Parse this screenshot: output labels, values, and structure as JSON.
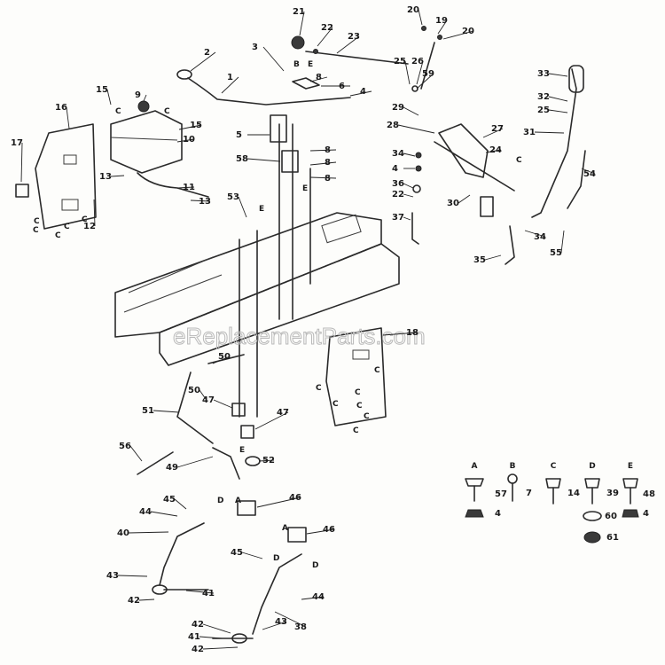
{
  "watermark": "eReplacementParts.com",
  "callouts": {
    "c1": "1",
    "c2a": "2",
    "c2b": "2",
    "c3": "3",
    "c4a": "4",
    "c4b": "4",
    "c4c": "4",
    "c4d": "4",
    "c4e": "4",
    "c5": "5",
    "c6": "6",
    "c7": "7",
    "c8a": "8",
    "c8b": "8",
    "c8c": "8",
    "c8d": "8",
    "c9": "9",
    "c10": "10",
    "c11": "11",
    "c12": "12",
    "c13a": "13",
    "c13b": "13",
    "c14": "14",
    "c15a": "15",
    "c15b": "15",
    "c16": "16",
    "c17": "17",
    "c18": "18",
    "c19": "19",
    "c20a": "20",
    "c20b": "20",
    "c21": "21",
    "c22a": "22",
    "c22b": "22",
    "c23": "23",
    "c24": "24",
    "c25a": "25",
    "c25b": "25",
    "c25c": "25",
    "c26": "26",
    "c27": "27",
    "c28": "28",
    "c29": "29",
    "c30": "30",
    "c31": "31",
    "c32": "32",
    "c33": "33",
    "c34a": "34",
    "c34b": "34",
    "c35": "35",
    "c36": "36",
    "c37": "37",
    "c38": "38",
    "c39": "39",
    "c40": "40",
    "c41a": "41",
    "c41b": "41",
    "c42a": "42",
    "c42b": "42",
    "c42c": "42",
    "c42d": "42",
    "c43a": "43",
    "c43b": "43",
    "c44a": "44",
    "c44b": "44",
    "c45a": "45",
    "c45b": "45",
    "c46a": "46",
    "c46b": "46",
    "c47a": "47",
    "c47b": "47",
    "c48": "48",
    "c49": "49",
    "c50a": "50",
    "c50b": "50",
    "c51": "51",
    "c52": "52",
    "c53": "53",
    "c54": "54",
    "c55": "55",
    "c56": "56",
    "c57": "57",
    "c58": "58",
    "c59": "59",
    "c60": "60",
    "c61": "61"
  },
  "hardware_legend": {
    "A": "A",
    "B": "B",
    "C": "C",
    "D": "D",
    "E": "E",
    "a_bolt": "57",
    "a_nut": "4",
    "b_bolt": "7",
    "c_bolt": "14",
    "d_bolt": "39",
    "d_washer": "60",
    "d_nut": "61",
    "e_bolt": "48",
    "e_nut": "4"
  },
  "letters": {
    "l1": "E",
    "l2": "B",
    "l3": "C",
    "l4": "C",
    "l5": "E",
    "l6": "E",
    "l7": "E",
    "l8": "C",
    "l9": "C",
    "l10": "C",
    "l11": "C",
    "l12": "C",
    "l13": "C",
    "l14": "C",
    "l15": "C",
    "l16": "C",
    "l17": "C",
    "l18": "C",
    "l19": "C",
    "l20": "C",
    "l21": "D",
    "l22": "A",
    "l23": "A",
    "l24": "D",
    "l25": "D"
  }
}
